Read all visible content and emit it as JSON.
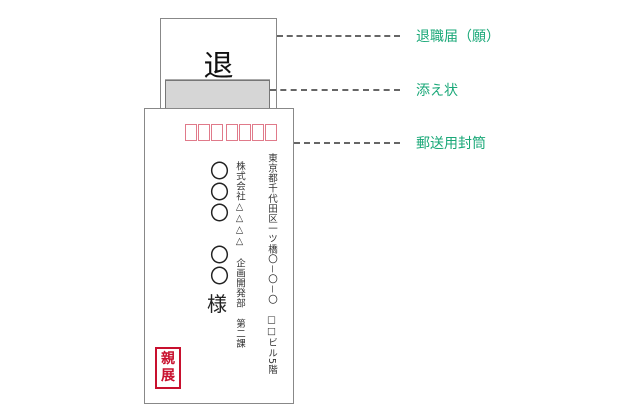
{
  "labels": {
    "resignation": "退職届（願）",
    "cover_letter": "添え状",
    "envelope": "郵送用封筒"
  },
  "letter": {
    "visible_char": "退"
  },
  "envelope": {
    "postal_boxes": 7,
    "address": "東京都千代田区一ツ橋〇－〇－〇　□□ビル5階",
    "company": "株式会社△△△△　企画開発部　第二課",
    "name": "〇〇〇　〇〇",
    "honorific": "様",
    "stamp": "親展"
  },
  "colors": {
    "label": "#1aa878",
    "postal_box": "#e07a8a",
    "stamp": "#c8102e",
    "cover_fill": "#d6d6d6"
  }
}
